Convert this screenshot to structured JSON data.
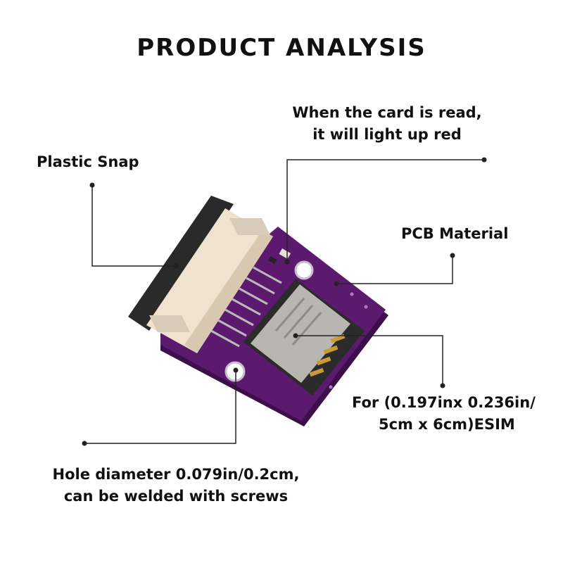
{
  "title": "PRODUCT ANALYSIS",
  "callouts": {
    "led": {
      "line1": "When the card is read,",
      "line2": "it will light up red"
    },
    "snap": {
      "text": "Plastic Snap"
    },
    "pcb": {
      "text": "PCB Material"
    },
    "esim": {
      "line1": "For  (0.197inx 0.236in/",
      "line2": "5cm x 6cm)ESIM"
    },
    "hole": {
      "line1": "Hole diameter 0.079in/0.2cm,",
      "line2": "can be welded with screws"
    }
  },
  "colors": {
    "pcb": "#5c1a6e",
    "pcb_edge": "#3d0f4a",
    "connector": "#efe2cf",
    "connector_dark": "#2a2a2a",
    "metal": "#b8b6b0",
    "gold": "#c99a3a",
    "line": "#222222"
  }
}
